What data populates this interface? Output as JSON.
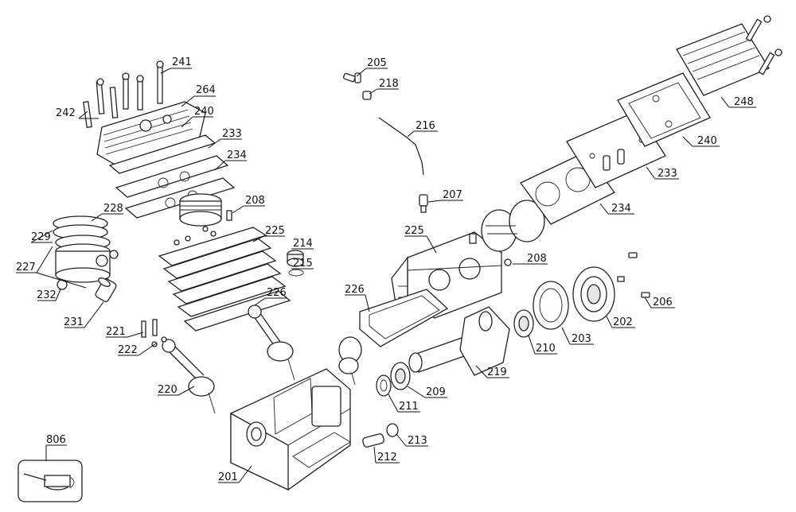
{
  "diagram": {
    "parts": {
      "p201": "201",
      "p202": "202",
      "p203": "203",
      "p205": "205",
      "p206": "206",
      "p207": "207",
      "p208a": "208",
      "p208b": "208",
      "p209": "209",
      "p210": "210",
      "p211": "211",
      "p212": "212",
      "p213": "213",
      "p214": "214",
      "p215": "215",
      "p216": "216",
      "p218": "218",
      "p219": "219",
      "p220": "220",
      "p221": "221",
      "p222": "222",
      "p225a": "225",
      "p225b": "225",
      "p226a": "226",
      "p226b": "226",
      "p227": "227",
      "p228": "228",
      "p229": "229",
      "p231": "231",
      "p232": "232",
      "p233a": "233",
      "p233b": "233",
      "p234a": "234",
      "p234b": "234",
      "p240a": "240",
      "p240b": "240",
      "p241": "241",
      "p242": "242",
      "p248": "248",
      "p264": "264",
      "p806": "806"
    }
  }
}
